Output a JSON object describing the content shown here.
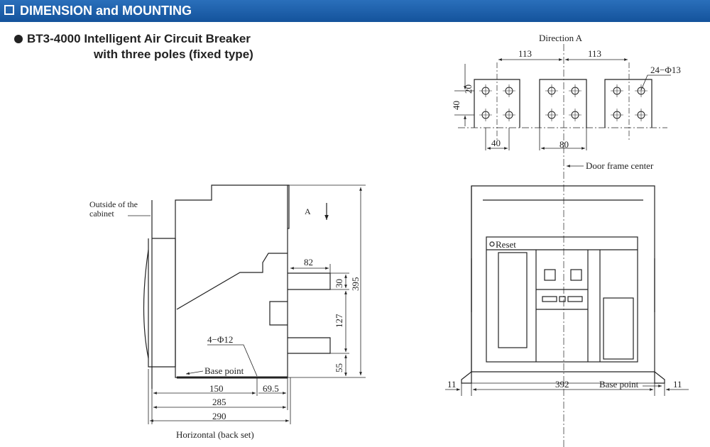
{
  "header": {
    "title": "DIMENSION and MOUNTING"
  },
  "product": {
    "line1": "BT3-4000 Intelligent Air Circuit Breaker",
    "line2": "with three poles (fixed type)"
  },
  "side_view": {
    "outside_label_1": "Outside of the",
    "outside_label_2": "cabinet",
    "direction_marker": "A",
    "dim_82": "82",
    "dim_30": "30",
    "dim_395": "395",
    "dim_127": "127",
    "dim_55": "55",
    "holes": "4−Φ12",
    "base_point": "Base point",
    "dim_150": "150",
    "dim_69_5": "69.5",
    "dim_285": "285",
    "dim_290": "290",
    "caption": "Horizontal (back set)"
  },
  "direction_view": {
    "title": "Direction A",
    "dim_113_left": "113",
    "dim_113_right": "113",
    "holes": "24−Φ13",
    "dim_40_v": "40",
    "dim_20": "20",
    "dim_40_h": "40",
    "dim_80": "80"
  },
  "front_view": {
    "door_frame_center": "Door frame center",
    "reset": "Reset",
    "dim_11_left": "11",
    "dim_392": "392",
    "base_point": "Base point",
    "dim_11_right": "11"
  }
}
